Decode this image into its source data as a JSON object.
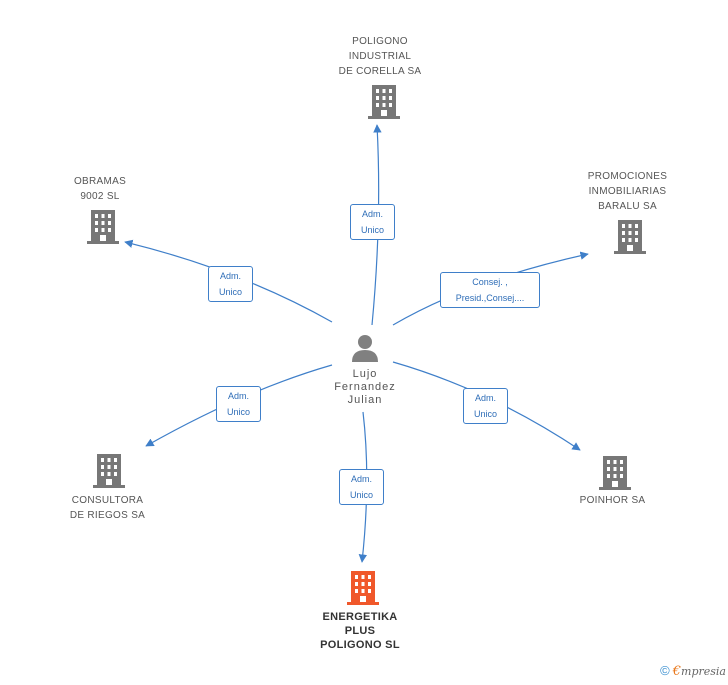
{
  "nodes": {
    "center_person": {
      "lines": [
        "Lujo",
        "Fernandez",
        "Julian"
      ]
    },
    "poligono_corella": {
      "lines": [
        "POLIGONO",
        "INDUSTRIAL",
        "DE CORELLA SA"
      ]
    },
    "obramas": {
      "lines": [
        "OBRAMAS",
        "9002  SL"
      ]
    },
    "promociones_baralu": {
      "lines": [
        "PROMOCIONES",
        "INMOBILIARIAS",
        "BARALU SA"
      ]
    },
    "consultora_riegos": {
      "lines": [
        "CONSULTORA",
        "DE RIEGOS SA"
      ]
    },
    "poinhor": {
      "lines": [
        "POINHOR SA"
      ]
    },
    "energetika": {
      "lines": [
        "ENERGETIKA",
        "PLUS",
        "POLIGONO SL"
      ]
    }
  },
  "relations": {
    "to_poligono_corella": [
      "Adm.",
      "Unico"
    ],
    "to_obramas": [
      "Adm.",
      "Unico"
    ],
    "to_promociones_baralu": [
      "Consej. ,",
      "Presid.,Consej...."
    ],
    "to_consultora_riegos": [
      "Adm.",
      "Unico"
    ],
    "to_poinhor": [
      "Adm.",
      "Unico"
    ],
    "to_energetika": [
      "Adm.",
      "Unico"
    ]
  },
  "colors": {
    "edge": "#3f7fc9",
    "company_icon": "#777777",
    "highlight_icon": "#f0582b",
    "person_icon": "#808080"
  },
  "footer": {
    "copyright": "©",
    "brand_initial": "€",
    "brand_rest": "mpresia"
  }
}
